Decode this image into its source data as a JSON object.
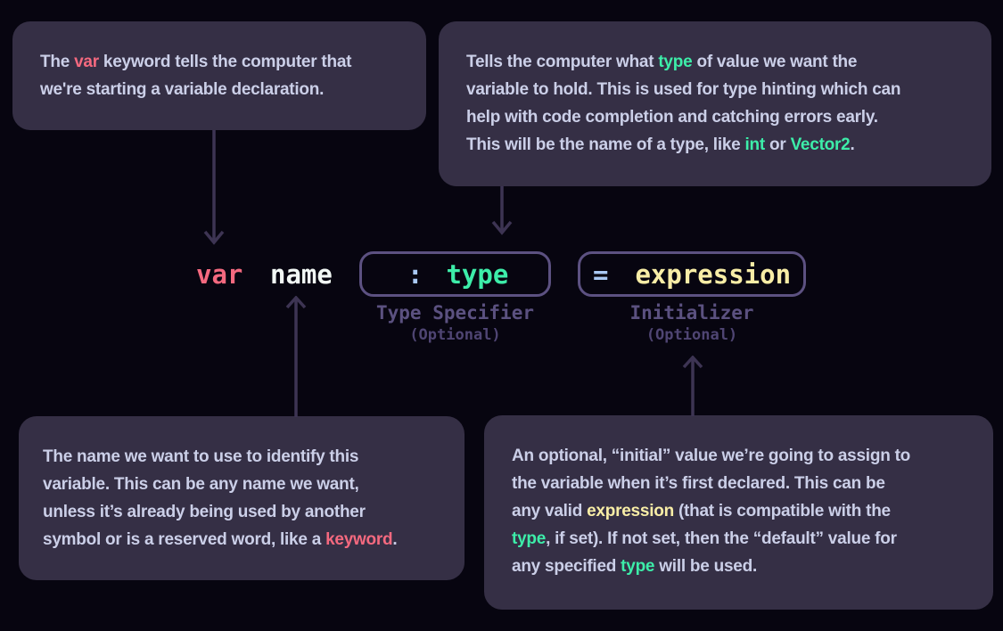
{
  "colors": {
    "page_bg": "#070510",
    "note_bg": "#352f45",
    "text": "#cbcfe8",
    "red": "#f4697f",
    "green": "#3deda9",
    "yellow": "#f8eda6",
    "blue": "#a9c8f3",
    "code_white": "#f2f8f5",
    "pill_border": "#5c5181",
    "label_title": "#5b5180",
    "label_optional": "#4f4573",
    "arrow": "#3d3453"
  },
  "notes": {
    "var_note": {
      "lines": [
        [
          {
            "text": "The ",
            "color": "text"
          },
          {
            "text": "var",
            "color": "red"
          },
          {
            "text": " keyword tells the computer that",
            "color": "text"
          }
        ],
        [
          {
            "text": "we're starting a variable declaration.",
            "color": "text"
          }
        ]
      ]
    },
    "type_note": {
      "lines": [
        [
          {
            "text": "Tells the computer what ",
            "color": "text"
          },
          {
            "text": "type",
            "color": "green"
          },
          {
            "text": " of value we want the",
            "color": "text"
          }
        ],
        [
          {
            "text": "variable to hold. This is used for type hinting which can",
            "color": "text"
          }
        ],
        [
          {
            "text": "help with code completion and catching errors early.",
            "color": "text"
          }
        ],
        [
          {
            "text": "This will be the name of a type, like ",
            "color": "text"
          },
          {
            "text": "int",
            "color": "green"
          },
          {
            "text": " or ",
            "color": "text"
          },
          {
            "text": "Vector2",
            "color": "green"
          },
          {
            "text": ".",
            "color": "text"
          }
        ]
      ]
    },
    "name_note": {
      "lines": [
        [
          {
            "text": "The name we want to use to identify this",
            "color": "text"
          }
        ],
        [
          {
            "text": "variable. This can be any name we want,",
            "color": "text"
          }
        ],
        [
          {
            "text": "unless it’s already being used by another",
            "color": "text"
          }
        ],
        [
          {
            "text": "symbol or is a reserved word, like a ",
            "color": "text"
          },
          {
            "text": "keyword",
            "color": "red"
          },
          {
            "text": ".",
            "color": "text"
          }
        ]
      ]
    },
    "initializer_note": {
      "lines": [
        [
          {
            "text": "An optional, “initial” value we’re going to assign to",
            "color": "text"
          }
        ],
        [
          {
            "text": "the variable when it’s first declared. This can be",
            "color": "text"
          }
        ],
        [
          {
            "text": "any valid ",
            "color": "text"
          },
          {
            "text": "expression",
            "color": "yellow"
          },
          {
            "text": " (that is compatible with the",
            "color": "text"
          }
        ],
        [
          {
            "text": "type",
            "color": "green"
          },
          {
            "text": ", if set). If not set, then the “default” value for",
            "color": "text"
          }
        ],
        [
          {
            "text": "any specified ",
            "color": "text"
          },
          {
            "text": "type",
            "color": "green"
          },
          {
            "text": " will be used.",
            "color": "text"
          }
        ]
      ]
    }
  },
  "code": {
    "var_keyword": "var",
    "name_token": "name",
    "colon_operator": ":",
    "type_token": "type",
    "equals_operator": "=",
    "expression_token": "expression"
  },
  "labels": {
    "type_specifier": {
      "title": "Type Specifier",
      "subtitle": "(Optional)"
    },
    "initializer": {
      "title": "Initializer",
      "subtitle": "(Optional)"
    }
  }
}
